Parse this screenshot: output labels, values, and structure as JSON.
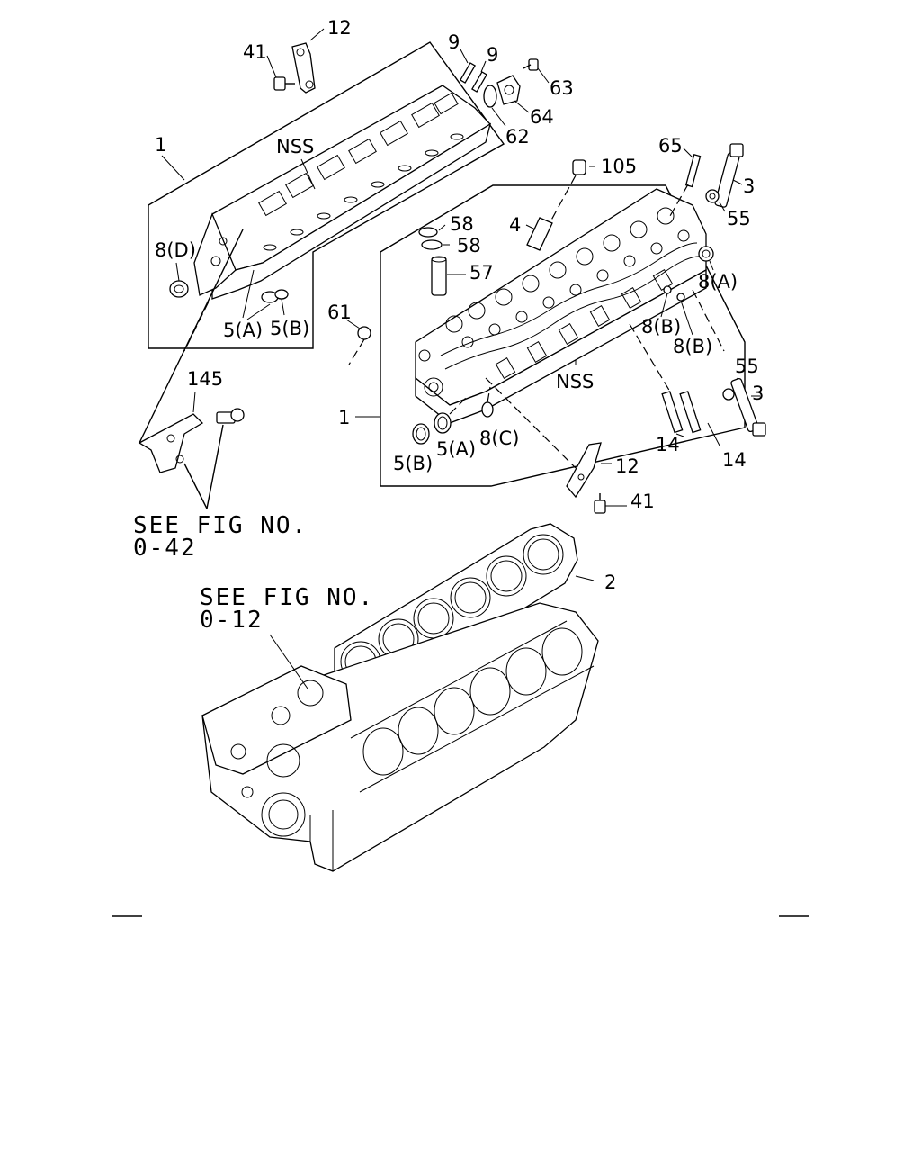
{
  "labels": {
    "p41a": "41",
    "p12a": "12",
    "p9a": "9",
    "p9b": "9",
    "p63": "63",
    "p64": "64",
    "p62": "62",
    "p1a": "1",
    "nss1": "NSS",
    "p8d": "8(D)",
    "p5a1": "5(A)",
    "p5b1": "5(B)",
    "p65": "65",
    "p105": "105",
    "p3a": "3",
    "p55a": "55",
    "p4": "4",
    "p58a": "58",
    "p58b": "58",
    "p57": "57",
    "p8a": "8(A)",
    "p61": "61",
    "p8b1": "8(B)",
    "p8b2": "8(B)",
    "nss2": "NSS",
    "p55b": "55",
    "p3b": "3",
    "p1b": "1",
    "p5b2": "5(B)",
    "p5a2": "5(A)",
    "p8c": "8(C)",
    "p14a": "14",
    "p14b": "14",
    "p12b": "12",
    "p41b": "41",
    "p145": "145",
    "p2": "2"
  },
  "references": {
    "fig042_line1": "SEE FIG NO.",
    "fig042_line2": "0-42",
    "fig012_line1": "SEE FIG NO.",
    "fig012_line2": "0-12"
  }
}
